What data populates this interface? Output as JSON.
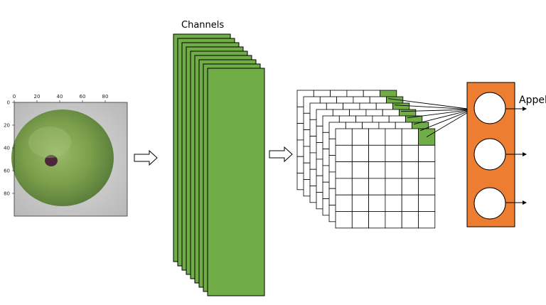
{
  "channels_title": "Channels",
  "output_label": "Appel",
  "image_panel": {
    "x_ticks": [
      "0",
      "20",
      "40",
      "60",
      "80"
    ],
    "y_ticks": [
      "0",
      "20",
      "40",
      "60",
      "80"
    ],
    "subject": "green-apple-photo"
  },
  "colors": {
    "channel_fill": "#70ad47",
    "output_layer_fill": "#ed7d31",
    "grid_highlight": "#70ad47"
  },
  "structure": {
    "channel_count": 9,
    "feature_map_count": 7,
    "feature_map_grid": "6x6",
    "output_nodes": 3
  }
}
